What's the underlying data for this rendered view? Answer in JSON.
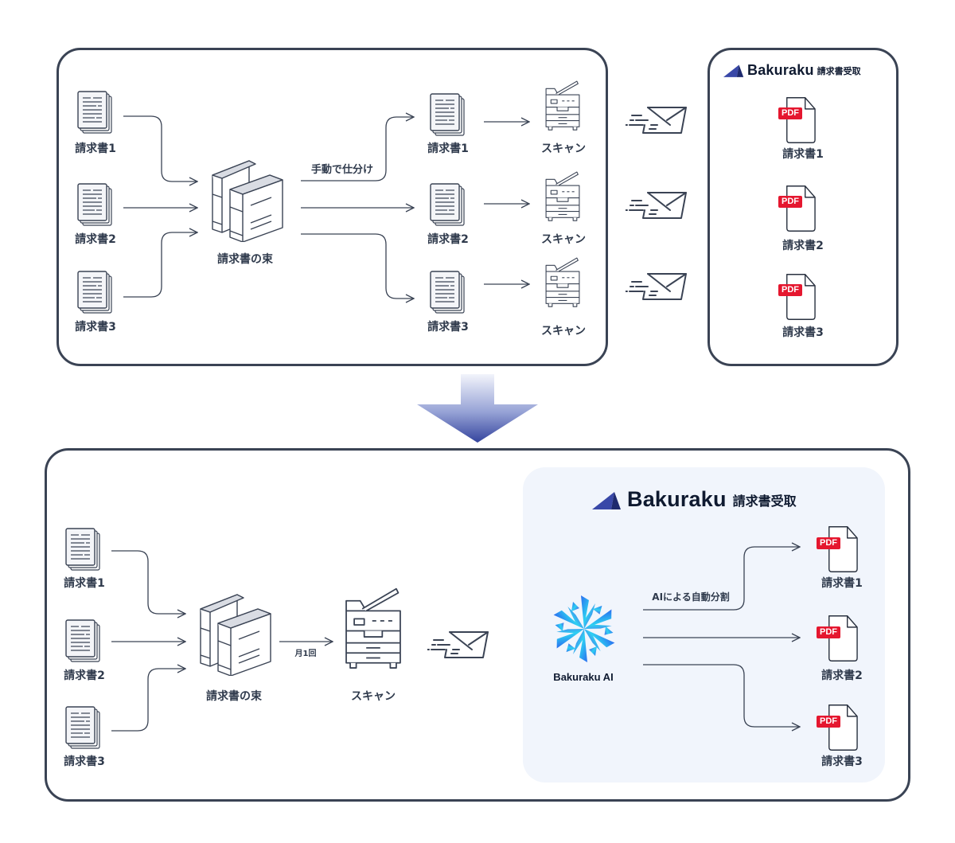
{
  "top": {
    "before_process": {
      "inputs": [
        {
          "label": "請求書1",
          "icon": "document-stack-icon"
        },
        {
          "label": "請求書2",
          "icon": "document-stack-icon"
        },
        {
          "label": "請求書3",
          "icon": "document-stack-icon"
        }
      ],
      "bundle": {
        "label": "請求書の束",
        "icon": "binders-icon"
      },
      "manual_sort_label": "手動で仕分け",
      "sorted": [
        {
          "label": "請求書1",
          "icon": "document-stack-icon"
        },
        {
          "label": "請求書2",
          "icon": "document-stack-icon"
        },
        {
          "label": "請求書3",
          "icon": "document-stack-icon"
        }
      ],
      "scans": [
        {
          "label": "スキャン",
          "icon": "copier-icon"
        },
        {
          "label": "スキャン",
          "icon": "copier-icon"
        },
        {
          "label": "スキャン",
          "icon": "copier-icon"
        }
      ]
    },
    "mail_icons": [
      "send-mail-icon",
      "send-mail-icon",
      "send-mail-icon"
    ],
    "receiver": {
      "brand": "Bakuraku",
      "product": "請求書受取",
      "files": [
        {
          "badge": "PDF",
          "label": "請求書1"
        },
        {
          "badge": "PDF",
          "label": "請求書2"
        },
        {
          "badge": "PDF",
          "label": "請求書3"
        }
      ]
    }
  },
  "transition_arrow": "down-arrow-icon",
  "bottom": {
    "inputs": [
      {
        "label": "請求書1",
        "icon": "document-stack-icon"
      },
      {
        "label": "請求書2",
        "icon": "document-stack-icon"
      },
      {
        "label": "請求書3",
        "icon": "document-stack-icon"
      }
    ],
    "bundle": {
      "label": "請求書の束",
      "icon": "binders-icon"
    },
    "frequency_label": "月1回",
    "scan": {
      "label": "スキャン",
      "icon": "copier-icon"
    },
    "mail_icon": "send-mail-icon",
    "receiver": {
      "brand": "Bakuraku",
      "product": "請求書受取",
      "ai": {
        "label": "Bakuraku AI",
        "icon": "bakuraku-ai-logo"
      },
      "split_label": "AIによる自動分割",
      "files": [
        {
          "badge": "PDF",
          "label": "請求書1"
        },
        {
          "badge": "PDF",
          "label": "請求書2"
        },
        {
          "badge": "PDF",
          "label": "請求書3"
        }
      ]
    }
  },
  "colors": {
    "outline": "#3a4354",
    "text": "#2f3a4c",
    "pdf_red": "#e5172f",
    "panel_bg": "#f1f5fc",
    "brand_blue": "#2b3f9a",
    "arrow_top": "#eef1fa",
    "arrow_bottom": "#3a4aa0"
  }
}
